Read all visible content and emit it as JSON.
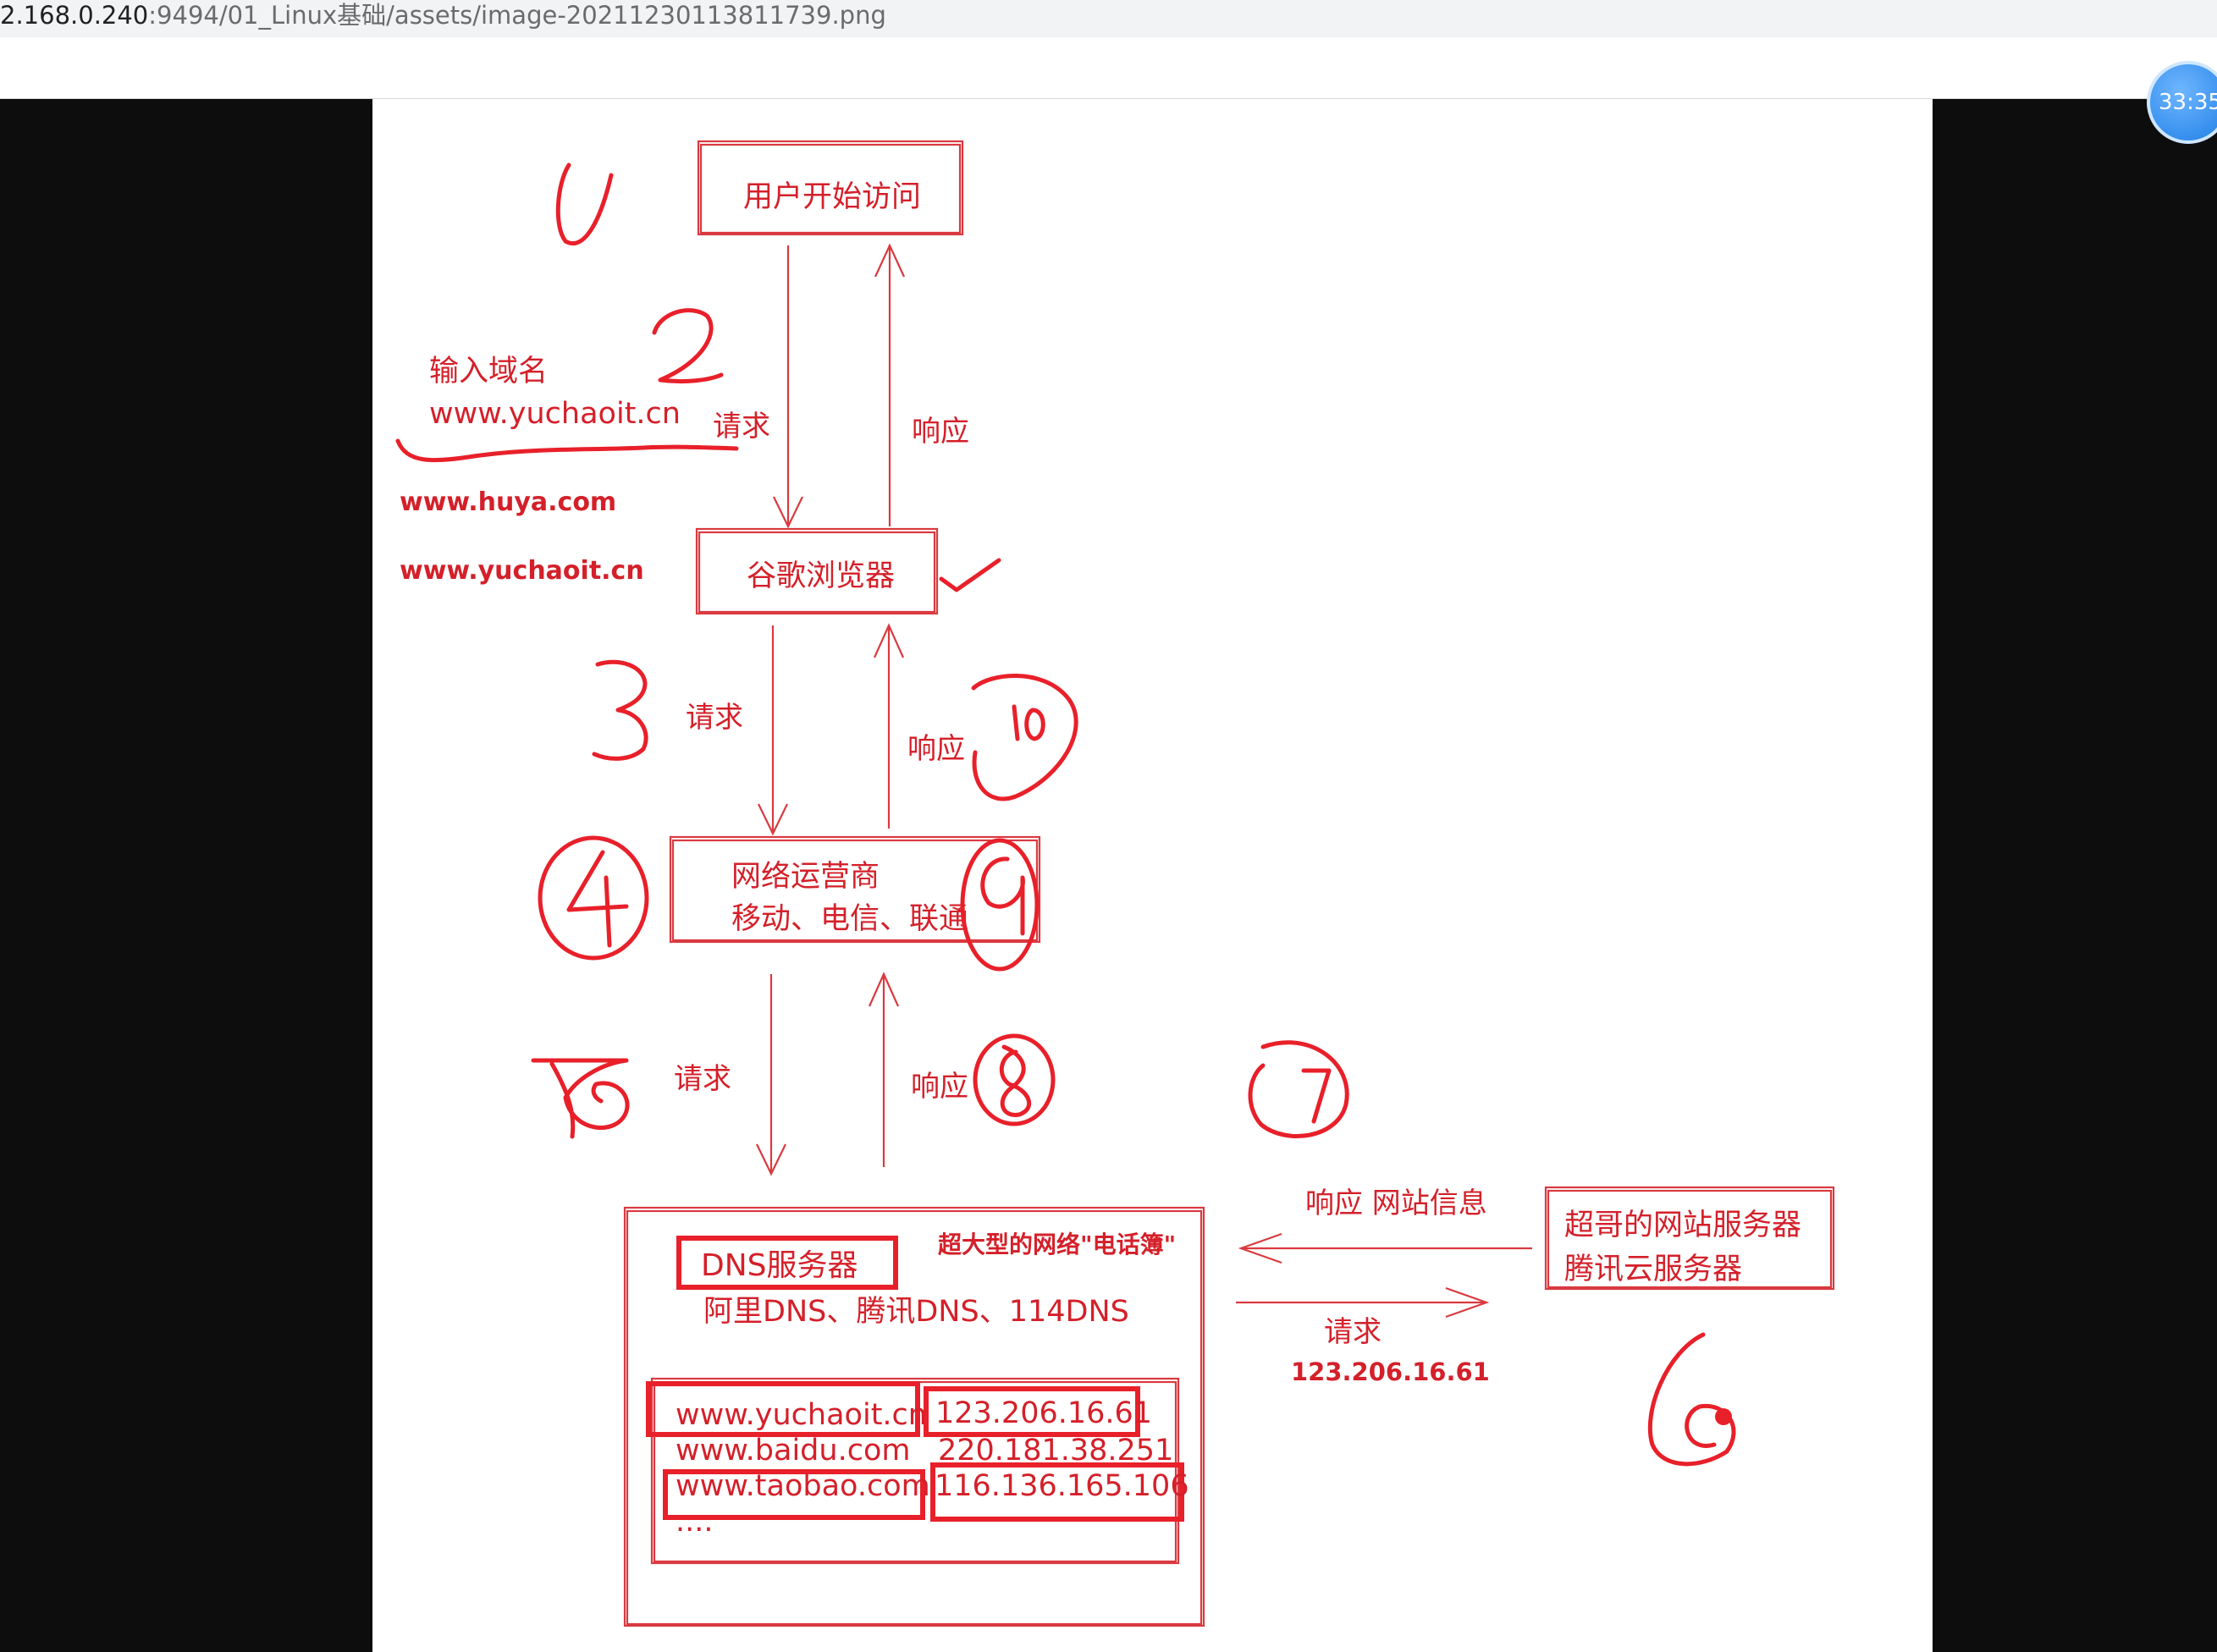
{
  "browser": {
    "url_host": "2.168.0.240",
    "url_path": ":9494/01_Linux基础/assets/image-20211230113811739.png",
    "timer": "33:35"
  },
  "diagram": {
    "boxes": {
      "user": "用户开始访问",
      "browser": "谷歌浏览器",
      "isp_line1": "网络运营商",
      "isp_line2": "移动、电信、联通",
      "server_line1": "超哥的网站服务器",
      "server_line2": "腾讯云服务器",
      "dns_title": "DNS服务器",
      "dns_providers": "阿里DNS、腾讯DNS、114DNS",
      "dns_note": "超大型的网络\"电话簿\""
    },
    "side_notes": {
      "input_domain": "输入域名",
      "input_url": "www.yuchaoit.cn",
      "example1": "www.huya.com",
      "example2": "www.yuchaoit.cn"
    },
    "arrows": {
      "request": "请求",
      "response": "响应",
      "response_site_info": "响应 网站信息",
      "request_ip": "123.206.16.61"
    },
    "dns_table": [
      {
        "domain": "www.yuchaoit.cn",
        "ip": "123.206.16.61"
      },
      {
        "domain": "www.baidu.com",
        "ip": "220.181.38.251"
      },
      {
        "domain": "www.taobao.com",
        "ip": "116.136.165.106"
      },
      {
        "domain": "....",
        "ip": ""
      }
    ],
    "step_numbers": [
      "1",
      "2",
      "3",
      "4",
      "5",
      "6",
      "7",
      "8",
      "9",
      "10"
    ]
  },
  "colors": {
    "accent": "#e8202a",
    "background": "#0d0d0d",
    "canvas": "#ffffff"
  }
}
